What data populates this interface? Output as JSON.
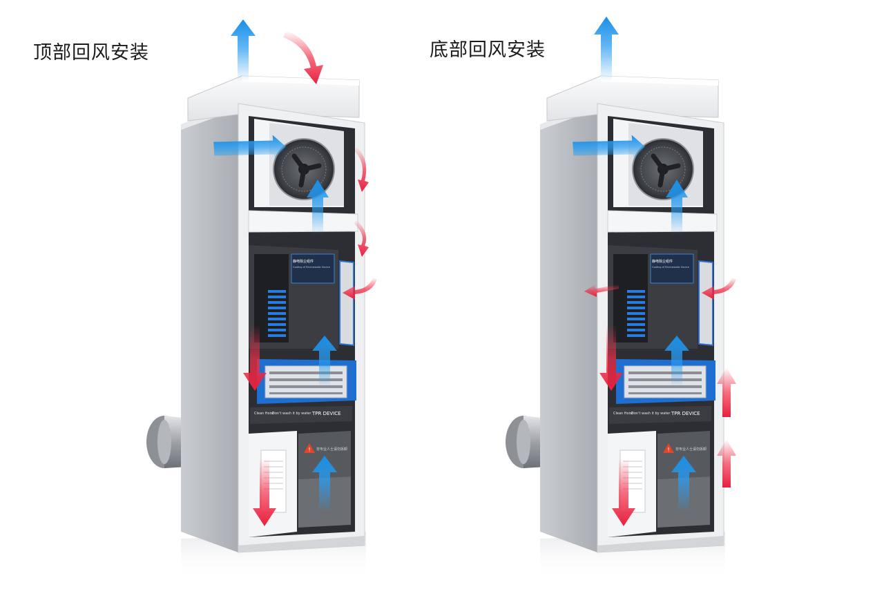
{
  "captions": {
    "top_return": "顶部回风安装",
    "bottom_return": "底部回风安装"
  },
  "panel": {
    "title": "静电除尘组件",
    "subtitle": "Coating of Electrostatic Device"
  },
  "device_bar": {
    "brand": "Clean Hoist",
    "note": "Don't wash it by water",
    "name": "TPR DEVICE"
  },
  "warning": {
    "text": "非专业人士请勿拆卸"
  },
  "colors": {
    "cabinet": "#d9dbde",
    "frame": "#f1f2f4",
    "interior": "#2c2e33",
    "supply_air": "#2a9df0",
    "return_air": "#f0304a",
    "module_blue": "#1f6fd1"
  },
  "icons": {
    "supply": "blue-arrow-icon",
    "return": "red-arrow-icon",
    "warning": "warning-triangle-icon"
  }
}
